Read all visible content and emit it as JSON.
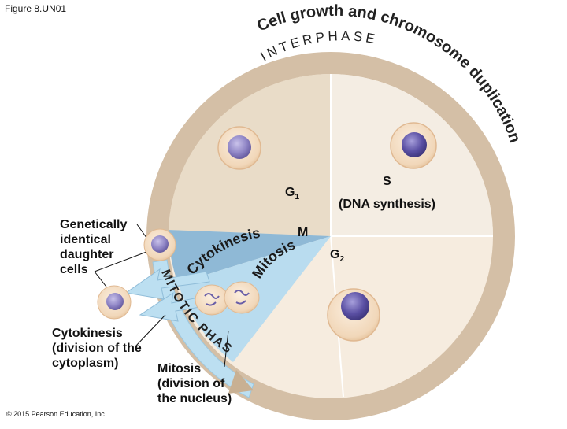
{
  "figure_label": "Figure 8.UN01",
  "copyright": "© 2015 Pearson Education, Inc.",
  "arc_title": "Cell growth and chromosome duplication",
  "interphase": "INTERPHASE",
  "mitotic_phase": "MITOTIC PHASE",
  "phases": {
    "g1": "G",
    "g1_sub": "1",
    "s": "S",
    "s_desc": "(DNA synthesis)",
    "g2": "G",
    "g2_sub": "2",
    "m": "M",
    "mitosis_arc": "Mitosis",
    "cytokinesis_arc": "Cytokinesis"
  },
  "labels": {
    "genetically_identical": [
      "Genetically",
      "identical",
      "daughter",
      "cells"
    ],
    "cytokinesis_desc": [
      "Cytokinesis",
      "(division of the",
      "cytoplasm)"
    ],
    "mitosis_desc": [
      "Mitosis",
      "(division of",
      "the nucleus)"
    ]
  },
  "colors": {
    "outer_ring": "#d4bfa6",
    "g1_sector": "#e9dcc8",
    "s_sector": "#f4ede3",
    "g2_sector": "#f6ecdf",
    "cytokinesis_sector": "#8fb9d6",
    "mitosis_sector": "#b9dcef",
    "arrow_blue": "#bcdff1",
    "cell_cytoplasm": "#f3ddc3",
    "cell_nucleus": "#8f84c6"
  }
}
